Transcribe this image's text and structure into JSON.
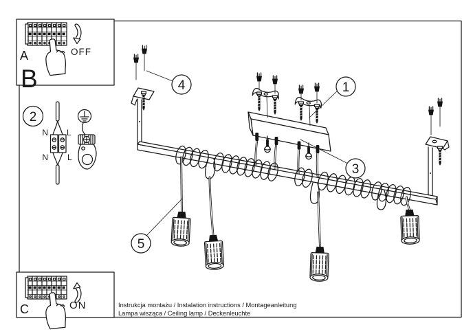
{
  "page": {
    "ink_color": "#1a1a1a",
    "paper_color": "#ffffff"
  },
  "footer": {
    "line1": "Instrukcja montażu / Instalation instructions / Montageanleitung",
    "line2": "Lampa wisząca / Ceiling lamp / Deckenleuchte"
  },
  "steps": {
    "a": {
      "label": "A",
      "switch_state": "OFF"
    },
    "b": {
      "label": "B"
    },
    "c": {
      "label": "C",
      "switch_state": "ON"
    }
  },
  "wiring_diagram": {
    "step_number": "2",
    "terminal_labels": {
      "top_left": "N",
      "top_right": "L",
      "bottom_left": "N",
      "bottom_right": "L"
    }
  },
  "callouts": {
    "mounting_strap": "1",
    "hanging_bolt": "3",
    "ceiling_anchor": "4",
    "lamp_cable": "5"
  }
}
